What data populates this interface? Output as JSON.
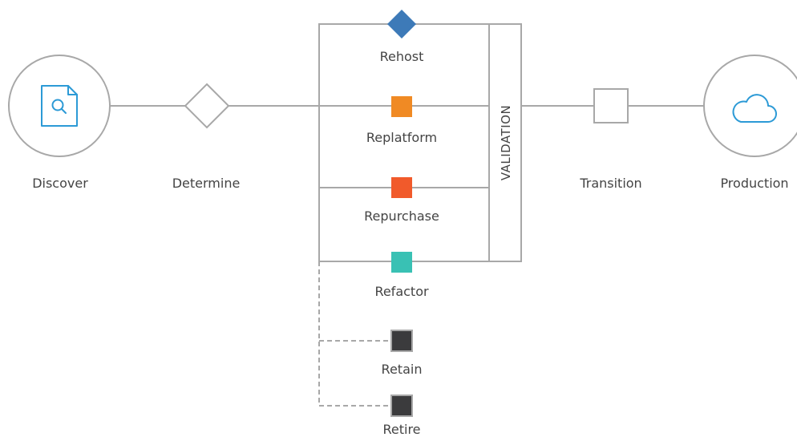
{
  "nodes": {
    "discover": {
      "label": "Discover",
      "icon": "document-search-icon"
    },
    "determine": {
      "label": "Determine"
    },
    "transition": {
      "label": "Transition"
    },
    "production": {
      "label": "Production",
      "icon": "cloud-icon"
    }
  },
  "validation_label": "VALIDATION",
  "strategies": [
    {
      "label": "Rehost",
      "color": "#3d7ab8",
      "marker": "diamond"
    },
    {
      "label": "Replatform",
      "color": "#f08a24",
      "marker": "square"
    },
    {
      "label": "Repurchase",
      "color": "#f15a2b",
      "marker": "square"
    },
    {
      "label": "Refactor",
      "color": "#39c1b4",
      "marker": "square"
    },
    {
      "label": "Retain",
      "color": "#3b3b3d",
      "marker": "square"
    },
    {
      "label": "Retire",
      "color": "#3b3b3d",
      "marker": "square"
    }
  ],
  "colors": {
    "line": "#a8a8a8",
    "icon_blue": "#2c9ad6",
    "text": "#444444"
  }
}
